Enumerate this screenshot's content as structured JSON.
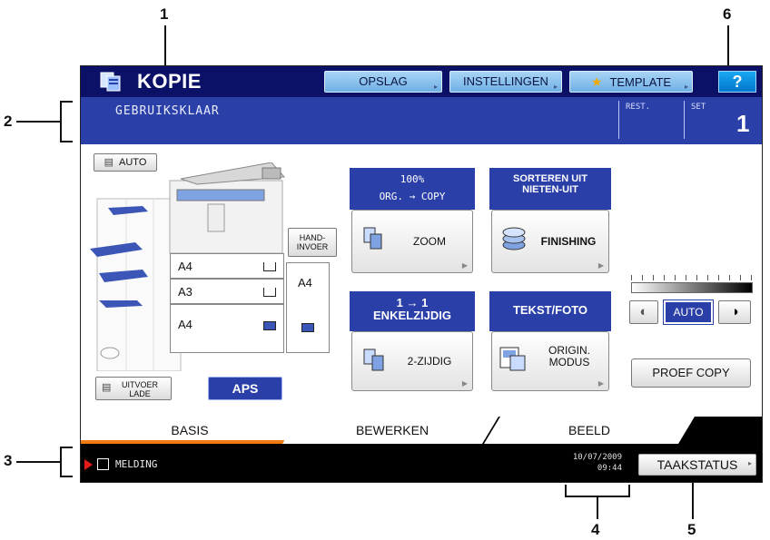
{
  "callouts": [
    "1",
    "2",
    "3",
    "4",
    "5",
    "6"
  ],
  "titlebar": {
    "title": "KOPIE",
    "buttons": {
      "opslag": "OPSLAG",
      "instellingen": "INSTELLINGEN",
      "template": "TEMPLATE"
    },
    "help_label": "?"
  },
  "status": {
    "message": "GEBRUIKSKLAAR",
    "rest_label": "REST.",
    "set_label": "SET",
    "set_value": "1"
  },
  "machine": {
    "auto_label": "AUTO",
    "hand_invoer_line1": "HAND-",
    "hand_invoer_line2": "INVOER",
    "hand_paper": "A4",
    "trays": [
      "A4",
      "A3",
      "A4"
    ],
    "uitvoer_line1": "UITVOER",
    "uitvoer_line2": "LADE",
    "aps_label": "APS"
  },
  "functions": {
    "zoom": {
      "head_line1": "100%",
      "head_line2": "ORG.  → COPY",
      "label": "ZOOM"
    },
    "finishing": {
      "head_line1": "SORTEREN UIT",
      "head_line2": "NIETEN-UIT",
      "label": "FINISHING"
    },
    "duplex": {
      "head_line1": "1 → 1",
      "head_line2": "ENKELZIJDIG",
      "label": "2-ZIJDIG"
    },
    "original": {
      "head_line1": "TEKST/FOTO",
      "label_line1": "ORIGIN.",
      "label_line2": "MODUS"
    }
  },
  "density": {
    "auto_label": "AUTO"
  },
  "proef_label": "PROEF COPY",
  "tabs": [
    "BASIS",
    "BEWERKEN",
    "BEELD"
  ],
  "footer": {
    "melding": "MELDING",
    "date": "10/07/2009",
    "time": "09:44",
    "job_status": "TAAKSTATUS"
  },
  "colors": {
    "title_bar": "#0b1166",
    "status_bar": "#2b3fa8",
    "tab_accent": "#f07a10",
    "aps_button": "#2b3fa8"
  }
}
